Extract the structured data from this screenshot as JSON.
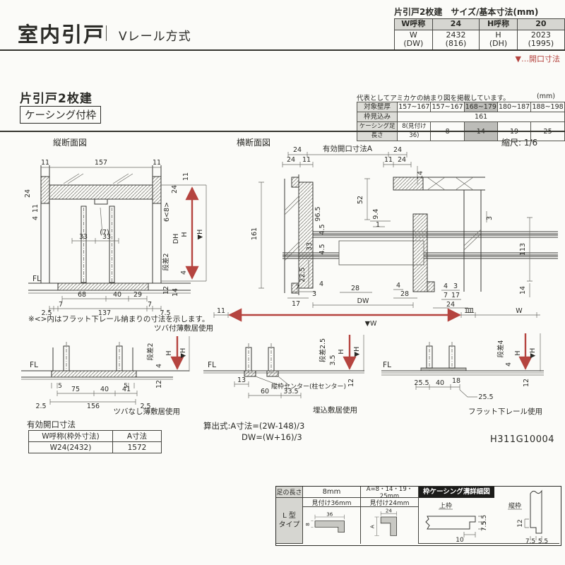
{
  "colors": {
    "red": "#b5443f",
    "shade": "#bcbcb8"
  },
  "header": {
    "title": "室内引戸",
    "subtitle": "Vレール方式",
    "size_table": {
      "title": "片引戸2枚建　サイズ/基本寸法(mm)",
      "h": [
        "W呼称",
        "24",
        "H呼称",
        "20"
      ],
      "r": [
        "W",
        "(DW)",
        "2432",
        "(816)",
        "H",
        "(DH)",
        "2023",
        "(1995)"
      ]
    },
    "opening_note": "▼…開口寸法"
  },
  "section": {
    "type_label": "片引戸2枚建",
    "frame_label": "ケーシング付枠",
    "table": {
      "note": "代表としてアミカケの納まり図を掲載しています。",
      "unit": "(mm)",
      "row1_h": "対象壁厚",
      "row1": [
        "157~167",
        "157~167",
        "168~179",
        "180~187",
        "188~198"
      ],
      "row2_h": "枠見込み",
      "row2": "161",
      "row3_h": "ケーシング足長さ",
      "row3": [
        "8(見付け36)",
        "8",
        "14",
        "19",
        "25"
      ]
    }
  },
  "drawings": {
    "scale": "縮尺: 1/6",
    "vs": {
      "title": "縦断面図",
      "fl": "FL",
      "top": [
        "11",
        "157",
        "11"
      ],
      "left": [
        "24",
        "11",
        "4"
      ],
      "mid": [
        "(7)",
        "33",
        "33"
      ],
      "right": [
        "11",
        "24",
        "6<8>",
        "DH",
        "段差2",
        "4",
        "H",
        "▼H",
        "12",
        "14"
      ],
      "b1": [
        "68",
        "40",
        "29"
      ],
      "b2": [
        "2.5",
        "7",
        "137",
        "7",
        "7.5"
      ]
    },
    "hs": {
      "title": "横断面図",
      "opening": "有効開口寸法A",
      "top": [
        "24",
        "24",
        "24",
        "11",
        "11",
        "24",
        "14"
      ],
      "left": [
        "161",
        "96.5"
      ],
      "mid": [
        "52",
        "9.4",
        "1",
        "4.5",
        "33",
        "4.5",
        "22.5",
        "7",
        "3",
        "17",
        "4",
        "28",
        "4",
        "28",
        "DW"
      ],
      "right": [
        "3",
        "113",
        "14"
      ],
      "br": [
        "4",
        "3",
        "7",
        "17",
        "24",
        "11"
      ],
      "bottom": [
        "11",
        "11",
        "W",
        "▼W"
      ]
    },
    "note": "※<>内はフラット下レール納まりの寸法を示します。",
    "caption_main": "ツバ付薄敷居使用",
    "m1": {
      "fl": "FL",
      "d1": [
        "5",
        "5"
      ],
      "d2": [
        "75",
        "40",
        "41"
      ],
      "d3": [
        "2.5",
        "156",
        "2.5"
      ],
      "right": [
        "段差2",
        "4",
        "H",
        "▼H",
        "12"
      ],
      "caption": "ツバなし薄敷居使用"
    },
    "m2": {
      "fl": "FL",
      "d": [
        "13",
        "60",
        "33.5"
      ],
      "center": "縦枠センター(柱センター)",
      "right": [
        "段差2.5",
        "3.5",
        "H",
        "▼H",
        "12"
      ],
      "caption": "埋込敷居使用"
    },
    "m3": {
      "fl": "FL",
      "d": [
        "25.5",
        "40",
        "18",
        "25.5"
      ],
      "right": [
        "段差4",
        "4",
        "H",
        "▼H",
        "12"
      ],
      "caption": "フラット下レール使用"
    }
  },
  "opening_table": {
    "title": "有効開口寸法",
    "c1": "W呼称(枠外寸法)",
    "c2": "A寸法",
    "v1": "W24(2432)",
    "v2": "1572"
  },
  "formula": {
    "l1": "算出式:A寸法=(2W-148)/3",
    "l2": "DW=(W+16)/3"
  },
  "doc_code": "H311G10004",
  "detail": {
    "h1": "足の長さ",
    "h2": "8mm",
    "h3": "A=8・14・19・25mm",
    "h4": "枠ケーシング溝詳細図",
    "s1": "見付け36mm",
    "s2": "見付け24mm",
    "row_label1": "L 型",
    "row_label2": "タイプ",
    "d1": [
      "36",
      "8"
    ],
    "d2": [
      "24",
      "A"
    ],
    "g1_label": "上枠",
    "g1": [
      "5.5",
      "7.5",
      "10"
    ],
    "g2_label": "縦枠",
    "g2": [
      "12",
      "7.5",
      "5.5"
    ]
  }
}
